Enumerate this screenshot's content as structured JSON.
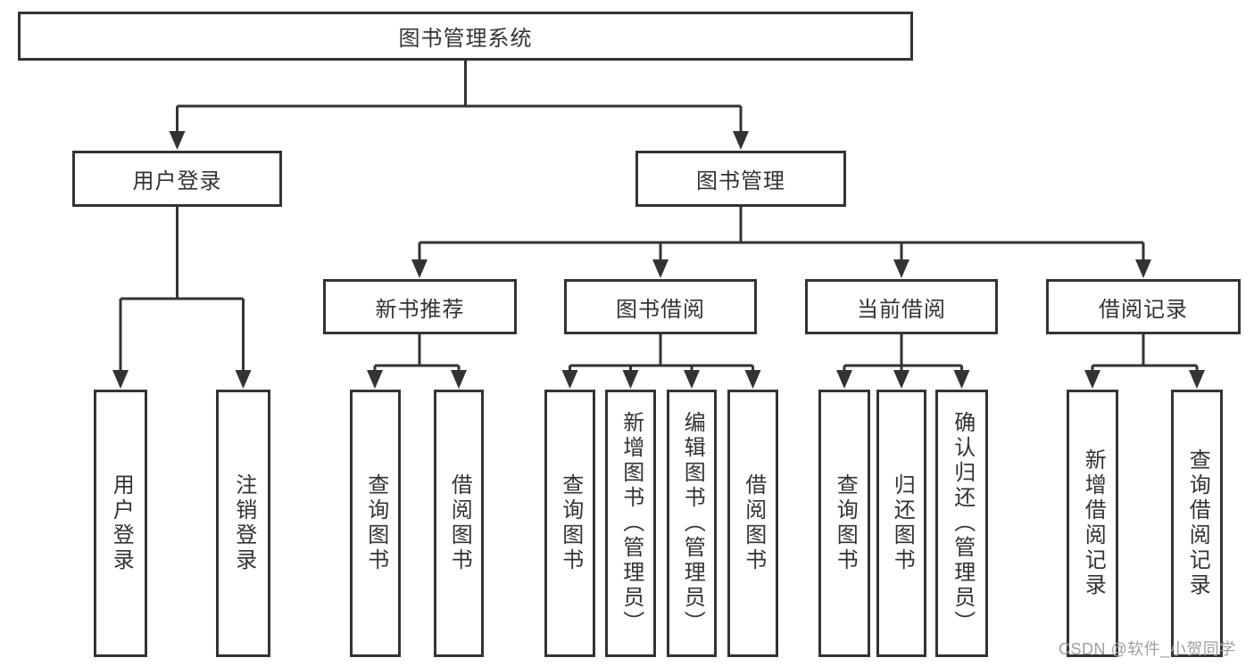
{
  "diagram": {
    "root": {
      "label": "图书管理系统"
    },
    "level2": [
      {
        "id": "user_login",
        "label": "用户登录"
      },
      {
        "id": "book_mgmt",
        "label": "图书管理"
      }
    ],
    "level3": [
      {
        "id": "new_book",
        "label": "新书推荐"
      },
      {
        "id": "book_borrow",
        "label": "图书借阅"
      },
      {
        "id": "current_borrow",
        "label": "当前借阅"
      },
      {
        "id": "borrow_record",
        "label": "借阅记录"
      }
    ],
    "leaves": {
      "user_login": [
        {
          "label": "用户登录"
        },
        {
          "label": "注销登录"
        }
      ],
      "new_book": [
        {
          "label": "查询图书"
        },
        {
          "label": "借阅图书"
        }
      ],
      "book_borrow": [
        {
          "label": "查询图书"
        },
        {
          "label": "新增图书（管理员）"
        },
        {
          "label": "编辑图书（管理员）"
        },
        {
          "label": "借阅图书"
        }
      ],
      "current_borrow": [
        {
          "label": "查询图书"
        },
        {
          "label": "归还图书"
        },
        {
          "label": "确认归还（管理员）"
        }
      ],
      "borrow_record": [
        {
          "label": "新增借阅记录"
        },
        {
          "label": "查询借阅记录"
        }
      ]
    },
    "watermark": "CSDN @软件_小贺同学",
    "colors": {
      "line": "#333333",
      "text": "#333333",
      "box_background": "#ffffff",
      "page_background": "#ffffff",
      "watermark": "#9f9f9f"
    }
  }
}
